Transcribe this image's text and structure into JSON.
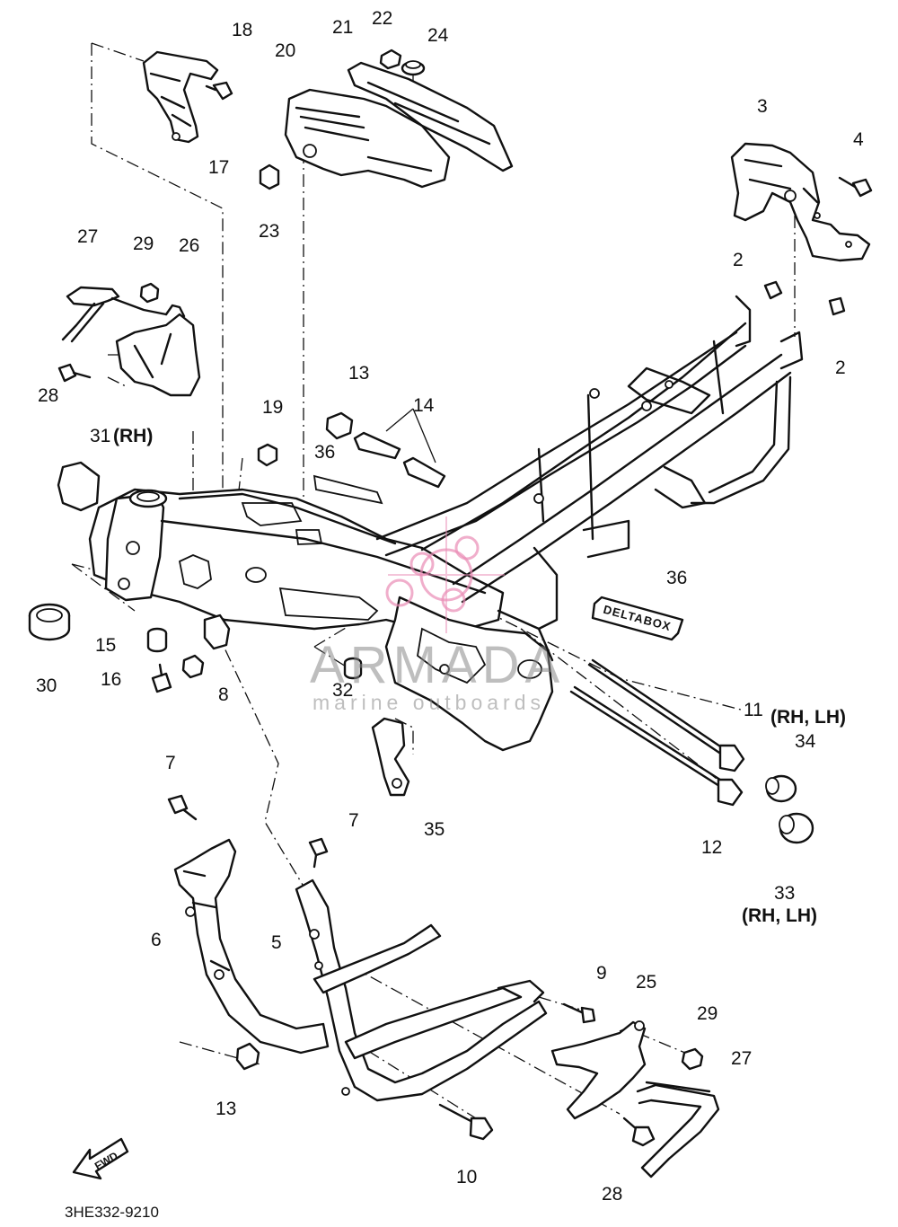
{
  "labels": [
    {
      "id": "p18",
      "text": "18"
    },
    {
      "id": "p17",
      "text": "17"
    },
    {
      "id": "p20",
      "text": "20"
    },
    {
      "id": "p21",
      "text": "21"
    },
    {
      "id": "p22",
      "text": "22"
    },
    {
      "id": "p24",
      "text": "24"
    },
    {
      "id": "p23",
      "text": "23"
    },
    {
      "id": "p3",
      "text": "3"
    },
    {
      "id": "p4",
      "text": "4"
    },
    {
      "id": "p2a",
      "text": "2"
    },
    {
      "id": "p2b",
      "text": "2"
    },
    {
      "id": "p27a",
      "text": "27"
    },
    {
      "id": "p29a",
      "text": "29"
    },
    {
      "id": "p26",
      "text": "26"
    },
    {
      "id": "p28a",
      "text": "28"
    },
    {
      "id": "p13a",
      "text": "13"
    },
    {
      "id": "p14",
      "text": "14"
    },
    {
      "id": "p19",
      "text": "19"
    },
    {
      "id": "p36a",
      "text": "36"
    },
    {
      "id": "p31",
      "text": "31"
    },
    {
      "id": "p36b",
      "text": "36"
    },
    {
      "id": "p15",
      "text": "15"
    },
    {
      "id": "p16",
      "text": "16"
    },
    {
      "id": "p8",
      "text": "8"
    },
    {
      "id": "p30",
      "text": "30"
    },
    {
      "id": "p32",
      "text": "32"
    },
    {
      "id": "p11",
      "text": "11"
    },
    {
      "id": "p34",
      "text": "34"
    },
    {
      "id": "p12",
      "text": "12"
    },
    {
      "id": "p33",
      "text": "33"
    },
    {
      "id": "p35",
      "text": "35"
    },
    {
      "id": "p7a",
      "text": "7"
    },
    {
      "id": "p7b",
      "text": "7"
    },
    {
      "id": "p6",
      "text": "6"
    },
    {
      "id": "p5",
      "text": "5"
    },
    {
      "id": "p9",
      "text": "9"
    },
    {
      "id": "p25",
      "text": "25"
    },
    {
      "id": "p29b",
      "text": "29"
    },
    {
      "id": "p27b",
      "text": "27"
    },
    {
      "id": "p13b",
      "text": "13"
    },
    {
      "id": "p10",
      "text": "10"
    },
    {
      "id": "p28b",
      "text": "28"
    }
  ],
  "notes": {
    "rh": "(RH)",
    "rh_lh_1": "(RH, LH)",
    "rh_lh_2": "(RH, LH)"
  },
  "decal_text": "DELTABOX",
  "fwd_text": "FWD",
  "diagram_code": "3HE332-9210",
  "watermark": {
    "brand": "ARMADA",
    "tagline": "marine outboards",
    "color": "#e98bb5"
  }
}
